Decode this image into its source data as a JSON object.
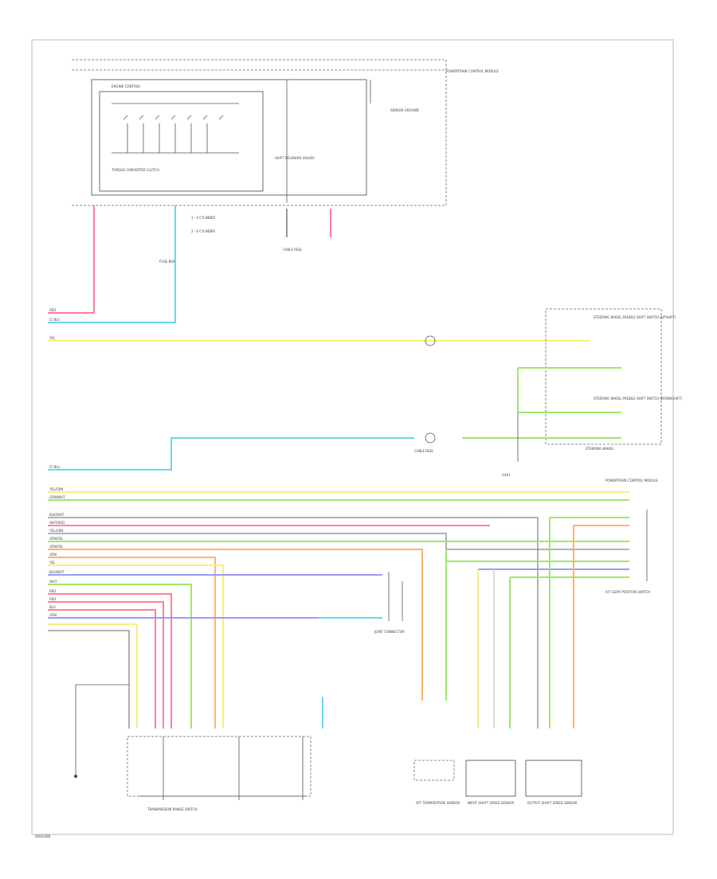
{
  "diagram": {
    "footer_code": "W002088",
    "colors": {
      "red": "#ff7f9a",
      "light_blue": "#66d9ee",
      "yellow": "#f5f07a",
      "green": "#9ee86b",
      "orange": "#ffb26a",
      "blue": "#9a9af5",
      "gray": "#999999"
    },
    "wires_left": [
      {
        "label": "RED",
        "color": "red"
      },
      {
        "label": "LT BLU",
        "color": "light_blue"
      },
      {
        "label": "YEL",
        "color": "yellow"
      },
      {
        "label": "LT BLU",
        "color": "light_blue"
      },
      {
        "label": "YEL/GRN",
        "color": "yellow"
      },
      {
        "label": "GRN/WHT",
        "color": "green"
      },
      {
        "label": "BLK/WHT",
        "color": "gray"
      },
      {
        "label": "WHT/RED",
        "color": "red"
      },
      {
        "label": "YEL/GRN",
        "color": "yellow"
      },
      {
        "label": "GRN/YEL",
        "color": "green"
      },
      {
        "label": "GRN/YEL",
        "color": "orange"
      },
      {
        "label": "GRN",
        "color": "green"
      },
      {
        "label": "YEL",
        "color": "yellow"
      },
      {
        "label": "BLU/WHT",
        "color": "blue"
      },
      {
        "label": "WHT",
        "color": "gray"
      },
      {
        "label": "RED",
        "color": "red"
      },
      {
        "label": "RED",
        "color": "red"
      },
      {
        "label": "BLU",
        "color": "blue"
      },
      {
        "label": "GRN",
        "color": "green"
      }
    ],
    "labels": {
      "pcm": "POWERTRAIN CONTROL MODULE",
      "sensor_ground": "SENSOR GROUND",
      "cvt_steering": "STEERING WHEEL",
      "switch_a": "STEERING WHEEL PADDLE SHIFT SWITCH (UPSHIFT)",
      "switch_b": "STEERING WHEEL PADDLE SHIFT SWITCH (DOWNSHIFT)",
      "data_link": "CABLE REEL",
      "ground": "G401",
      "fuse_a": "FUSE BOX",
      "neutral": "A/T GEAR POSITION SWITCH",
      "connector": "JOINT CONNECTOR",
      "tcm_left": "TRANSMISSION RANGE SWITCH",
      "input_sensor": "INPUT SHAFT SPEED SENSOR",
      "output_sensor": "OUTPUT SHAFT SPEED SENSOR",
      "cvt_temp": "ATF TEMPERATURE SENSOR",
      "shift_solenoid": "SHIFT SOLENOID VALVES",
      "ecm_note": "ENGINE CONTROL",
      "tcc": "TORQUE CONVERTER CLUTCH",
      "legend_1": "1 : 4 CYLINDER",
      "legend_2": "2 : 6 CYLINDER"
    }
  }
}
